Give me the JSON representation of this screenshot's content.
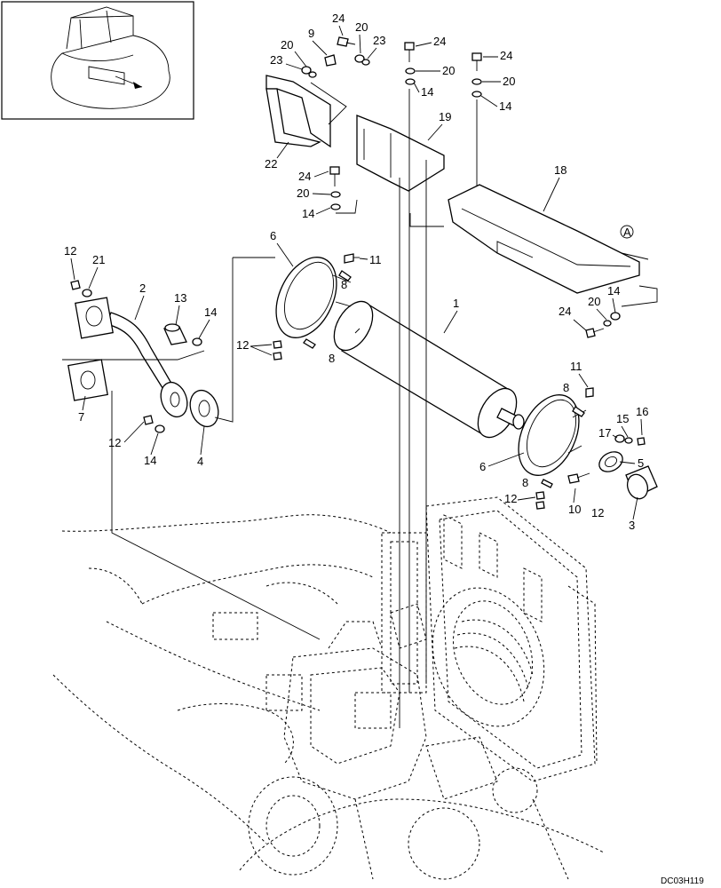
{
  "drawing_code": "DC03H119",
  "callouts": [
    "1",
    "2",
    "3",
    "4",
    "5",
    "6",
    "6",
    "7",
    "8",
    "8",
    "8",
    "8",
    "9",
    "10",
    "11",
    "11",
    "12",
    "12",
    "12",
    "12",
    "12",
    "13",
    "14",
    "14",
    "14",
    "14",
    "14",
    "14",
    "15",
    "16",
    "17",
    "18",
    "19",
    "20",
    "20",
    "20",
    "20",
    "20",
    "20",
    "21",
    "22",
    "23",
    "23",
    "24",
    "24",
    "24",
    "24",
    "24"
  ],
  "reference_mark": "A"
}
